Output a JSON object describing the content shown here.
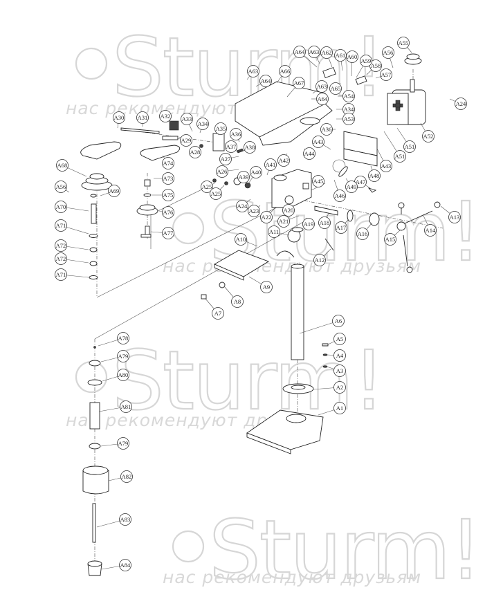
{
  "diagram": {
    "title": "Drill press exploded parts diagram",
    "watermark": {
      "logo": "Sturm!",
      "slogan": "нас рекомендуют друзьям"
    },
    "callouts": [
      {
        "id": "A1",
        "label": "A1"
      },
      {
        "id": "A2",
        "label": "A2"
      },
      {
        "id": "A3",
        "label": "A3"
      },
      {
        "id": "A4",
        "label": "A4"
      },
      {
        "id": "A5",
        "label": "A5"
      },
      {
        "id": "A6",
        "label": "A6"
      },
      {
        "id": "A7",
        "label": "A7"
      },
      {
        "id": "A8",
        "label": "A8"
      },
      {
        "id": "A9",
        "label": "A9"
      },
      {
        "id": "A10",
        "label": "A10"
      },
      {
        "id": "A11",
        "label": "A11"
      },
      {
        "id": "A12",
        "label": "A12"
      },
      {
        "id": "A13",
        "label": "A13"
      },
      {
        "id": "A14",
        "label": "A14"
      },
      {
        "id": "A15",
        "label": "A15"
      },
      {
        "id": "A16",
        "label": "A16"
      },
      {
        "id": "A17",
        "label": "A17"
      },
      {
        "id": "A18",
        "label": "A18"
      },
      {
        "id": "A19",
        "label": "A19"
      },
      {
        "id": "A20",
        "label": "A20"
      },
      {
        "id": "A21",
        "label": "A21"
      },
      {
        "id": "A22",
        "label": "A22"
      },
      {
        "id": "A23",
        "label": "A23"
      },
      {
        "id": "A24",
        "label": "A24"
      },
      {
        "id": "A24b",
        "label": "A24"
      },
      {
        "id": "A25",
        "label": "A25"
      },
      {
        "id": "A25b",
        "label": "A25"
      },
      {
        "id": "A26",
        "label": "A26"
      },
      {
        "id": "A27",
        "label": "A27"
      },
      {
        "id": "A28",
        "label": "A28"
      },
      {
        "id": "A29",
        "label": "A29"
      },
      {
        "id": "A30",
        "label": "A30"
      },
      {
        "id": "A31",
        "label": "A31"
      },
      {
        "id": "A32",
        "label": "A32"
      },
      {
        "id": "A33",
        "label": "A33"
      },
      {
        "id": "A34",
        "label": "A34"
      },
      {
        "id": "A34b",
        "label": "A34"
      },
      {
        "id": "A35",
        "label": "A35"
      },
      {
        "id": "A36",
        "label": "A36"
      },
      {
        "id": "A36b",
        "label": "A36"
      },
      {
        "id": "A37",
        "label": "A37"
      },
      {
        "id": "A38",
        "label": "A38"
      },
      {
        "id": "A39",
        "label": "A39"
      },
      {
        "id": "A40",
        "label": "A40"
      },
      {
        "id": "A41",
        "label": "A41"
      },
      {
        "id": "A42",
        "label": "A42"
      },
      {
        "id": "A43",
        "label": "A43"
      },
      {
        "id": "A43b",
        "label": "A43"
      },
      {
        "id": "A44",
        "label": "A44"
      },
      {
        "id": "A45",
        "label": "A45"
      },
      {
        "id": "A46",
        "label": "A46"
      },
      {
        "id": "A47",
        "label": "A47"
      },
      {
        "id": "A48",
        "label": "A48"
      },
      {
        "id": "A49",
        "label": "A49"
      },
      {
        "id": "A51",
        "label": "A51"
      },
      {
        "id": "A51b",
        "label": "A51"
      },
      {
        "id": "A52",
        "label": "A52"
      },
      {
        "id": "A53",
        "label": "A53"
      },
      {
        "id": "A54",
        "label": "A54"
      },
      {
        "id": "A55",
        "label": "A55"
      },
      {
        "id": "A56",
        "label": "A56"
      },
      {
        "id": "A56b",
        "label": "A56"
      },
      {
        "id": "A57",
        "label": "A57"
      },
      {
        "id": "A58",
        "label": "A58"
      },
      {
        "id": "A59",
        "label": "A59"
      },
      {
        "id": "A60",
        "label": "A60"
      },
      {
        "id": "A61",
        "label": "A61"
      },
      {
        "id": "A62",
        "label": "A62"
      },
      {
        "id": "A63",
        "label": "A63"
      },
      {
        "id": "A63b",
        "label": "A63"
      },
      {
        "id": "A63c",
        "label": "A63"
      },
      {
        "id": "A64",
        "label": "A64"
      },
      {
        "id": "A64b",
        "label": "A64"
      },
      {
        "id": "A64c",
        "label": "A64"
      },
      {
        "id": "A65",
        "label": "A65"
      },
      {
        "id": "A66",
        "label": "A66"
      },
      {
        "id": "A67",
        "label": "A67"
      },
      {
        "id": "A68",
        "label": "A68"
      },
      {
        "id": "A69",
        "label": "A69"
      },
      {
        "id": "A70",
        "label": "A70"
      },
      {
        "id": "A71",
        "label": "A71"
      },
      {
        "id": "A71b",
        "label": "A71"
      },
      {
        "id": "A72",
        "label": "A72"
      },
      {
        "id": "A72b",
        "label": "A72"
      },
      {
        "id": "A73",
        "label": "A73"
      },
      {
        "id": "A74",
        "label": "A74"
      },
      {
        "id": "A75",
        "label": "A75"
      },
      {
        "id": "A76",
        "label": "A76"
      },
      {
        "id": "A77",
        "label": "A77"
      },
      {
        "id": "A78",
        "label": "A78"
      },
      {
        "id": "A79",
        "label": "A79"
      },
      {
        "id": "A79b",
        "label": "A79"
      },
      {
        "id": "A80",
        "label": "A80"
      },
      {
        "id": "A81",
        "label": "A81"
      },
      {
        "id": "A82",
        "label": "A82"
      },
      {
        "id": "A83",
        "label": "A83"
      },
      {
        "id": "A84",
        "label": "A84"
      }
    ]
  }
}
